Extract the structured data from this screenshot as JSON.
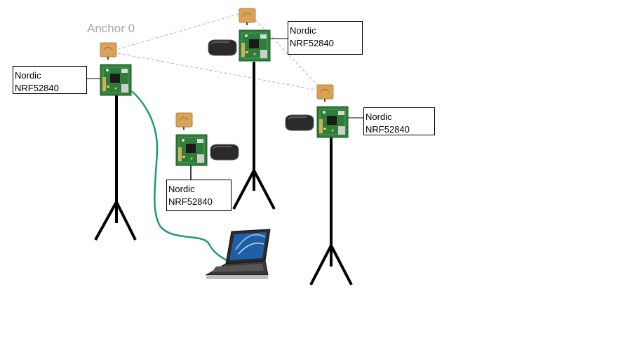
{
  "diagram": {
    "anchor_label": "Anchor 0",
    "nodes": [
      {
        "line1": "Nordic",
        "line2": "NRF52840"
      },
      {
        "line1": "Nordic",
        "line2": "NRF52840"
      },
      {
        "line1": "Nordic",
        "line2": "NRF52840"
      },
      {
        "line1": "Nordic",
        "line2": "NRF52840"
      }
    ],
    "colors": {
      "stand": "#000000",
      "cable": "#1a9b74",
      "link_dashed": "#b0b0b0",
      "pcb": "#2f7d3a",
      "antenna": "#d8a257",
      "label_text": "#000000",
      "anchor_text": "#a7a7a7"
    },
    "icons": [
      "tripod-stand-icon",
      "pcb-board-icon",
      "antenna-patch-icon",
      "battery-pack-icon",
      "laptop-icon",
      "usb-cable-icon"
    ]
  }
}
